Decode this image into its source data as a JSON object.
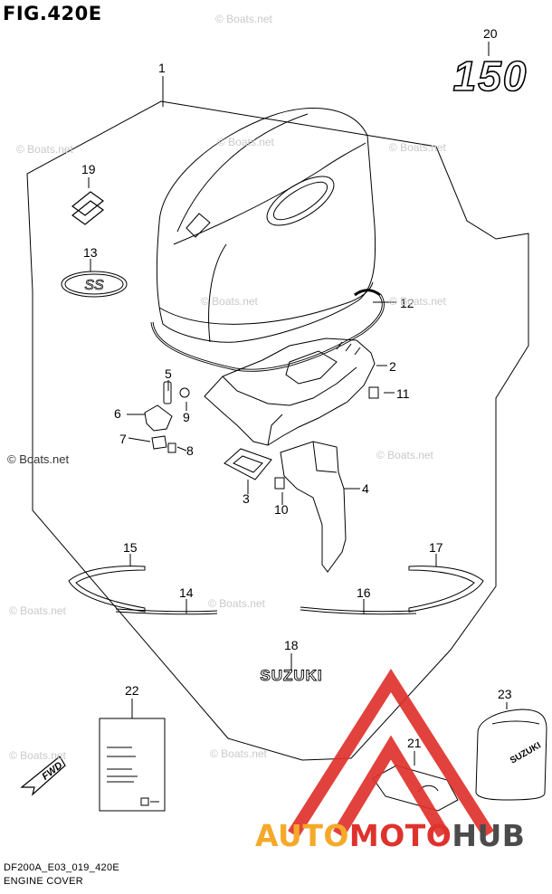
{
  "figure": {
    "title": "FIG.420E",
    "code": "DF200A_E03_019_420E",
    "name": "ENGINE COVER"
  },
  "callouts": [
    "1",
    "2",
    "3",
    "4",
    "5",
    "6",
    "7",
    "8",
    "9",
    "10",
    "11",
    "12",
    "13",
    "14",
    "15",
    "16",
    "17",
    "18",
    "19",
    "20",
    "21",
    "22",
    "23"
  ],
  "decals": {
    "model_number": "150",
    "brand_sticker": "SUZUKI",
    "badge": "SS",
    "fwd_label": "FWD"
  },
  "watermark": "© Boats.net",
  "brand_logo": {
    "part1": "AUTO",
    "part2": "MOTO",
    "part3": "HUB"
  },
  "colors": {
    "line": "#000000",
    "watermark": "#c9c9c9",
    "logo_orange": "#f5a92a",
    "logo_red": "#e0322d",
    "logo_dark": "#4b4b4b"
  }
}
